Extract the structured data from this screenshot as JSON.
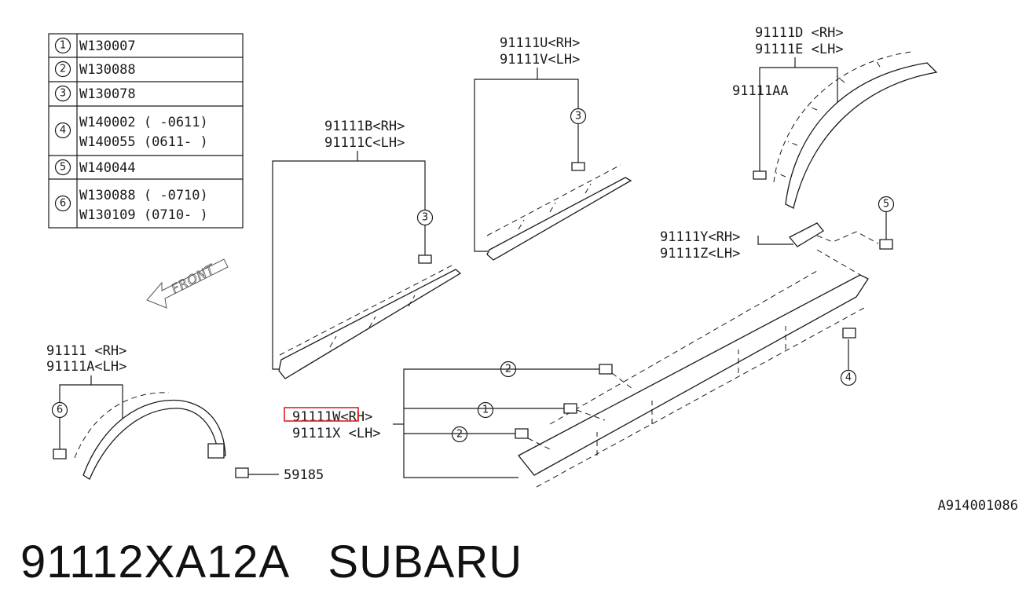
{
  "legend_table": [
    {
      "num": "1",
      "codes": [
        "W130007"
      ]
    },
    {
      "num": "2",
      "codes": [
        "W130088"
      ]
    },
    {
      "num": "3",
      "codes": [
        "W130078"
      ]
    },
    {
      "num": "4",
      "codes": [
        "W140002 ( -0611)",
        "W140055 (0611- )"
      ]
    },
    {
      "num": "5",
      "codes": [
        "W140044"
      ]
    },
    {
      "num": "6",
      "codes": [
        "W130088 (  -0710)",
        "W130109 (0710-  )"
      ]
    }
  ],
  "callouts": {
    "b_rh": "91111B<RH>",
    "b_lh": "91111C<LH>",
    "u_rh": "91111U<RH>",
    "u_lh": "91111V<LH>",
    "d_rh": "91111D <RH>",
    "d_lh": "91111E <LH>",
    "aa": "91111AA",
    "y_rh": "91111Y<RH>",
    "y_lh": "91111Z<LH>",
    "base_rh": "91111  <RH>",
    "base_lh": "91111A<LH>",
    "w_rh": "91111W<RH>",
    "w_lh": "91111X <LH>",
    "clip": "59185"
  },
  "front_label": "FRONT",
  "reference_code": "A914001086",
  "part_number": "91112XA12A",
  "brand": "SUBARU",
  "highlight_color": "#e02020"
}
